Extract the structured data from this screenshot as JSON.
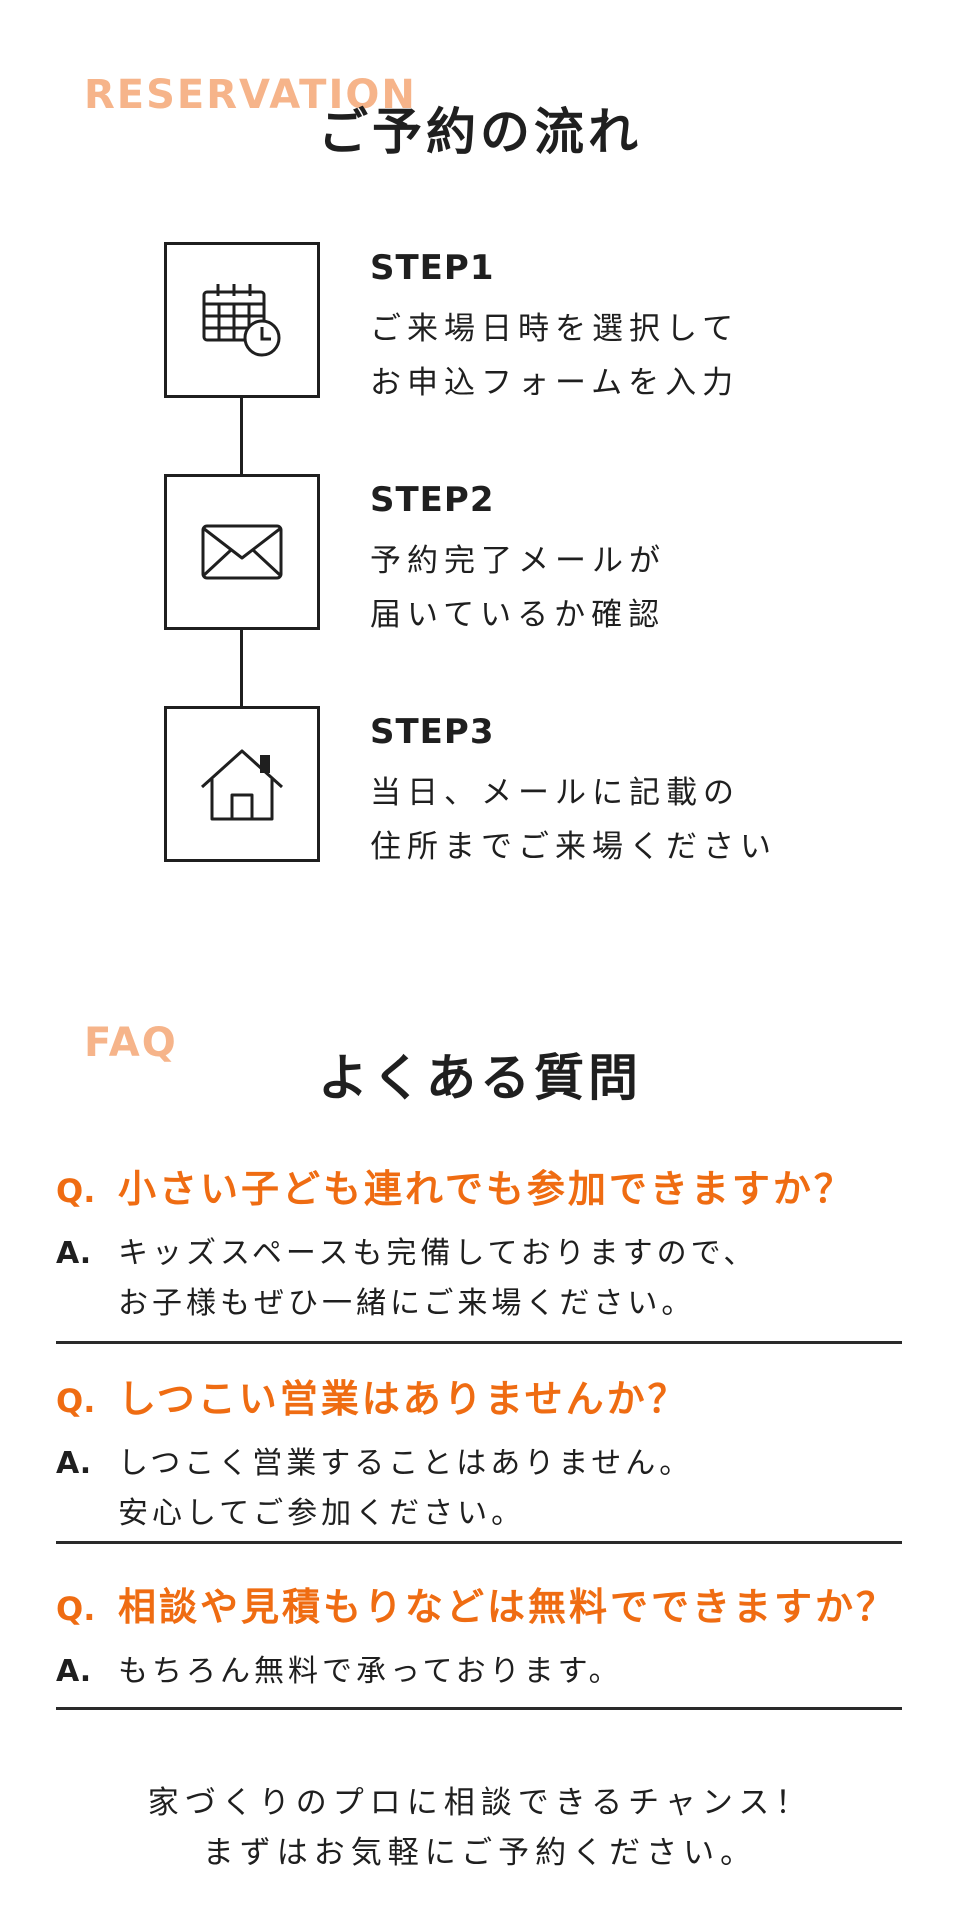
{
  "colors": {
    "accent": "#ef6c12",
    "accent_light": "#f6b48a",
    "text": "#1f1f1f",
    "divider": "#2a2a2a",
    "background": "#ffffff"
  },
  "reservation": {
    "label": "RESERVATION",
    "title": "ご予約の流れ",
    "steps": [
      {
        "label": "STEP1",
        "icon": "calendar-clock-icon",
        "lines": [
          "ご来場日時を選択して",
          "お申込フォームを入力"
        ]
      },
      {
        "label": "STEP2",
        "icon": "envelope-icon",
        "lines": [
          "予約完了メールが",
          "届いているか確認"
        ]
      },
      {
        "label": "STEP3",
        "icon": "house-icon",
        "lines": [
          "当日、メールに記載の",
          "住所までご来場ください"
        ]
      }
    ]
  },
  "faq": {
    "label": "FAQ",
    "title": "よくある質問",
    "q_mark": "Q.",
    "a_mark": "A.",
    "items": [
      {
        "question": "小さい子ども連れでも参加できますか？",
        "answer_lines": [
          "キッズスペースも完備しておりますので、",
          "お子様もぜひ一緒にご来場ください。"
        ]
      },
      {
        "question": "しつこい営業はありませんか？",
        "answer_lines": [
          "しつこく営業することはありません。",
          "安心してご参加ください。"
        ]
      },
      {
        "question": "相談や見積もりなどは無料でできますか？",
        "answer_lines": [
          "もちろん無料で承っております。"
        ]
      }
    ]
  },
  "footer": {
    "lines": [
      "家づくりのプロに相談できるチャンス！",
      "まずはお気軽にご予約ください。"
    ]
  }
}
